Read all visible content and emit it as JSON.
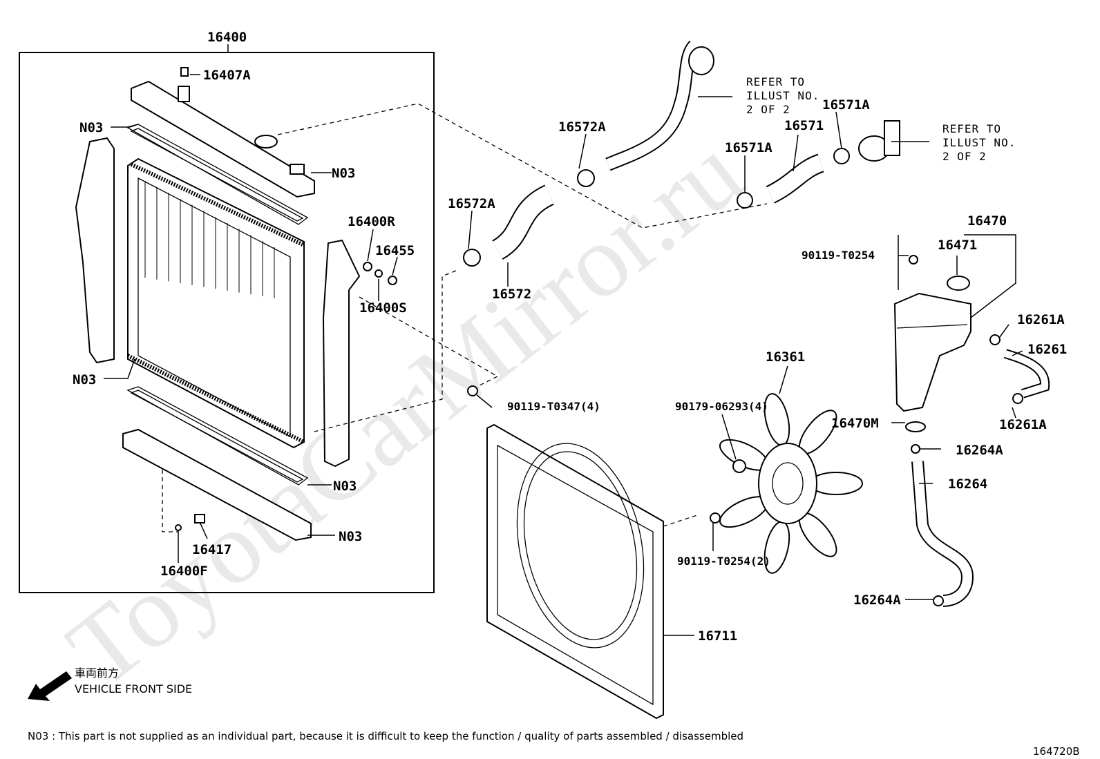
{
  "watermark": "ToyotaCarMirror.ru",
  "labels": {
    "p16400": "16400",
    "p16407A": "16407A",
    "n03_1": "N03",
    "n03_2": "N03",
    "n03_3": "N03",
    "n03_4": "N03",
    "n03_5": "N03",
    "p16400R": "16400R",
    "p16455": "16455",
    "p16400S": "16400S",
    "p16417": "16417",
    "p16400F": "16400F",
    "p16572A_a": "16572A",
    "p16572A_b": "16572A",
    "p16572": "16572",
    "p16571A_a": "16571A",
    "p16571A_b": "16571A",
    "p16571": "16571",
    "p16470": "16470",
    "p16471": "16471",
    "b90119_T0254": "90119-T0254",
    "p16261A_a": "16261A",
    "p16261A_b": "16261A",
    "p16261": "16261",
    "p16361": "16361",
    "b90179_06293": "90179-06293(4)",
    "b90119_T0347": "90119-T0347(4)",
    "p16470M": "16470M",
    "p16264A_a": "16264A",
    "p16264A_b": "16264A",
    "p16264": "16264",
    "b90119_T0254_2": "90119-T0254(2)",
    "p16711": "16711"
  },
  "refer1": [
    "REFER TO",
    "ILLUST NO.",
    "2 OF 2"
  ],
  "refer2": [
    "REFER TO",
    "ILLUST NO.",
    "2 OF 2"
  ],
  "front": {
    "jp": "車両前方",
    "en": "VEHICLE FRONT SIDE"
  },
  "footnote": "N03 : This part is not supplied as an individual part, because it is difficult to keep the function / quality of parts assembled / disassembled",
  "illustration_id": "164720B"
}
